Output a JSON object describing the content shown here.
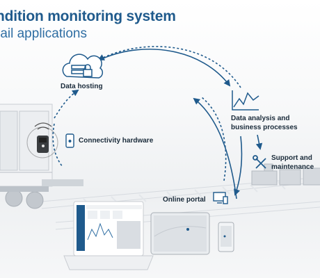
{
  "header": {
    "title": "ndition monitoring system",
    "subtitle": " rail applications"
  },
  "nodes": {
    "data_hosting": "Data hosting",
    "connectivity_hardware": "Connectivity hardware",
    "data_analysis_line1": "Data analysis and",
    "data_analysis_line2": "business processes",
    "support_line1": "Support and",
    "support_line2": "maintenance",
    "online_portal": "Online portal"
  },
  "colors": {
    "accent": "#1f5a8c",
    "arrow": "#1f5a8c",
    "text": "#1a2b3a"
  },
  "icons": [
    "cloud-server-lock-icon",
    "phone-icon",
    "chart-icon",
    "tools-icon",
    "monitor-icon",
    "sensor-device-icon"
  ]
}
